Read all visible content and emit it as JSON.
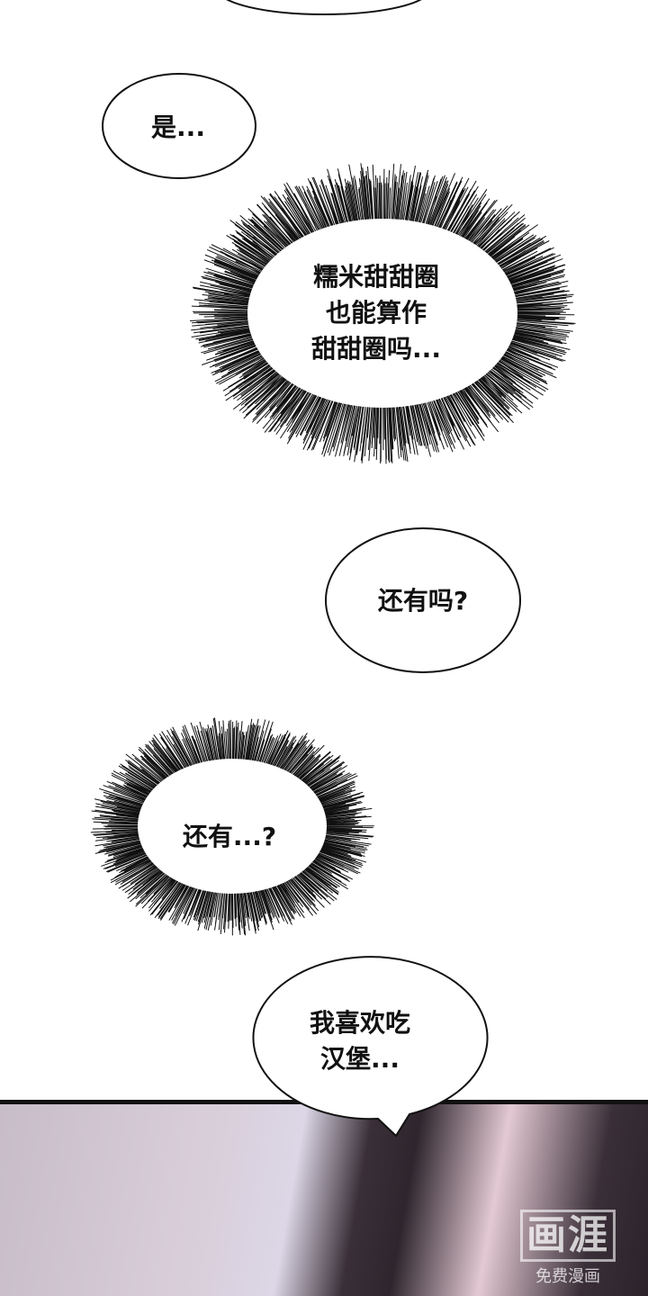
{
  "bubbles": {
    "b1": {
      "lines": [
        "是..."
      ]
    },
    "burst1": {
      "lines": [
        "糯米甜甜圈",
        "也能算作",
        "甜甜圈吗..."
      ]
    },
    "b2": {
      "lines": [
        "还有吗?"
      ]
    },
    "burst2": {
      "lines": [
        "还有...?"
      ]
    },
    "b3": {
      "lines": [
        "我喜欢吃",
        "汉堡..."
      ]
    }
  },
  "watermark": {
    "logo": "画涯",
    "subtitle": "免费漫画"
  }
}
